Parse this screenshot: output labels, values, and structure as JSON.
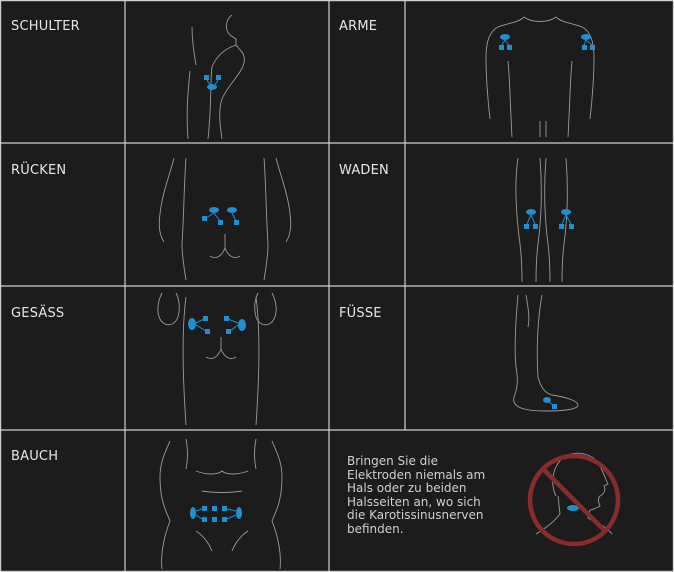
{
  "colors": {
    "background": "#1c1c1c",
    "grid": "#d0d0d0",
    "electrode": "#1e8fd0",
    "prohibit": "#8a2a2a"
  },
  "cells": [
    {
      "label": "SCHULTER"
    },
    {
      "label": "ARME"
    },
    {
      "label": "RÜCKEN"
    },
    {
      "label": "WADEN"
    },
    {
      "label": "GESÄSS"
    },
    {
      "label": "FÜSSE"
    },
    {
      "label": "BAUCH"
    }
  ],
  "warning": {
    "lines": [
      "Bringen Sie die",
      "Elektroden niemals am",
      "Hals oder zu beiden",
      "Halsseiten an, wo sich",
      "die Karotissinusnerven",
      "befinden."
    ],
    "icon": "prohibited-neck-icon"
  }
}
